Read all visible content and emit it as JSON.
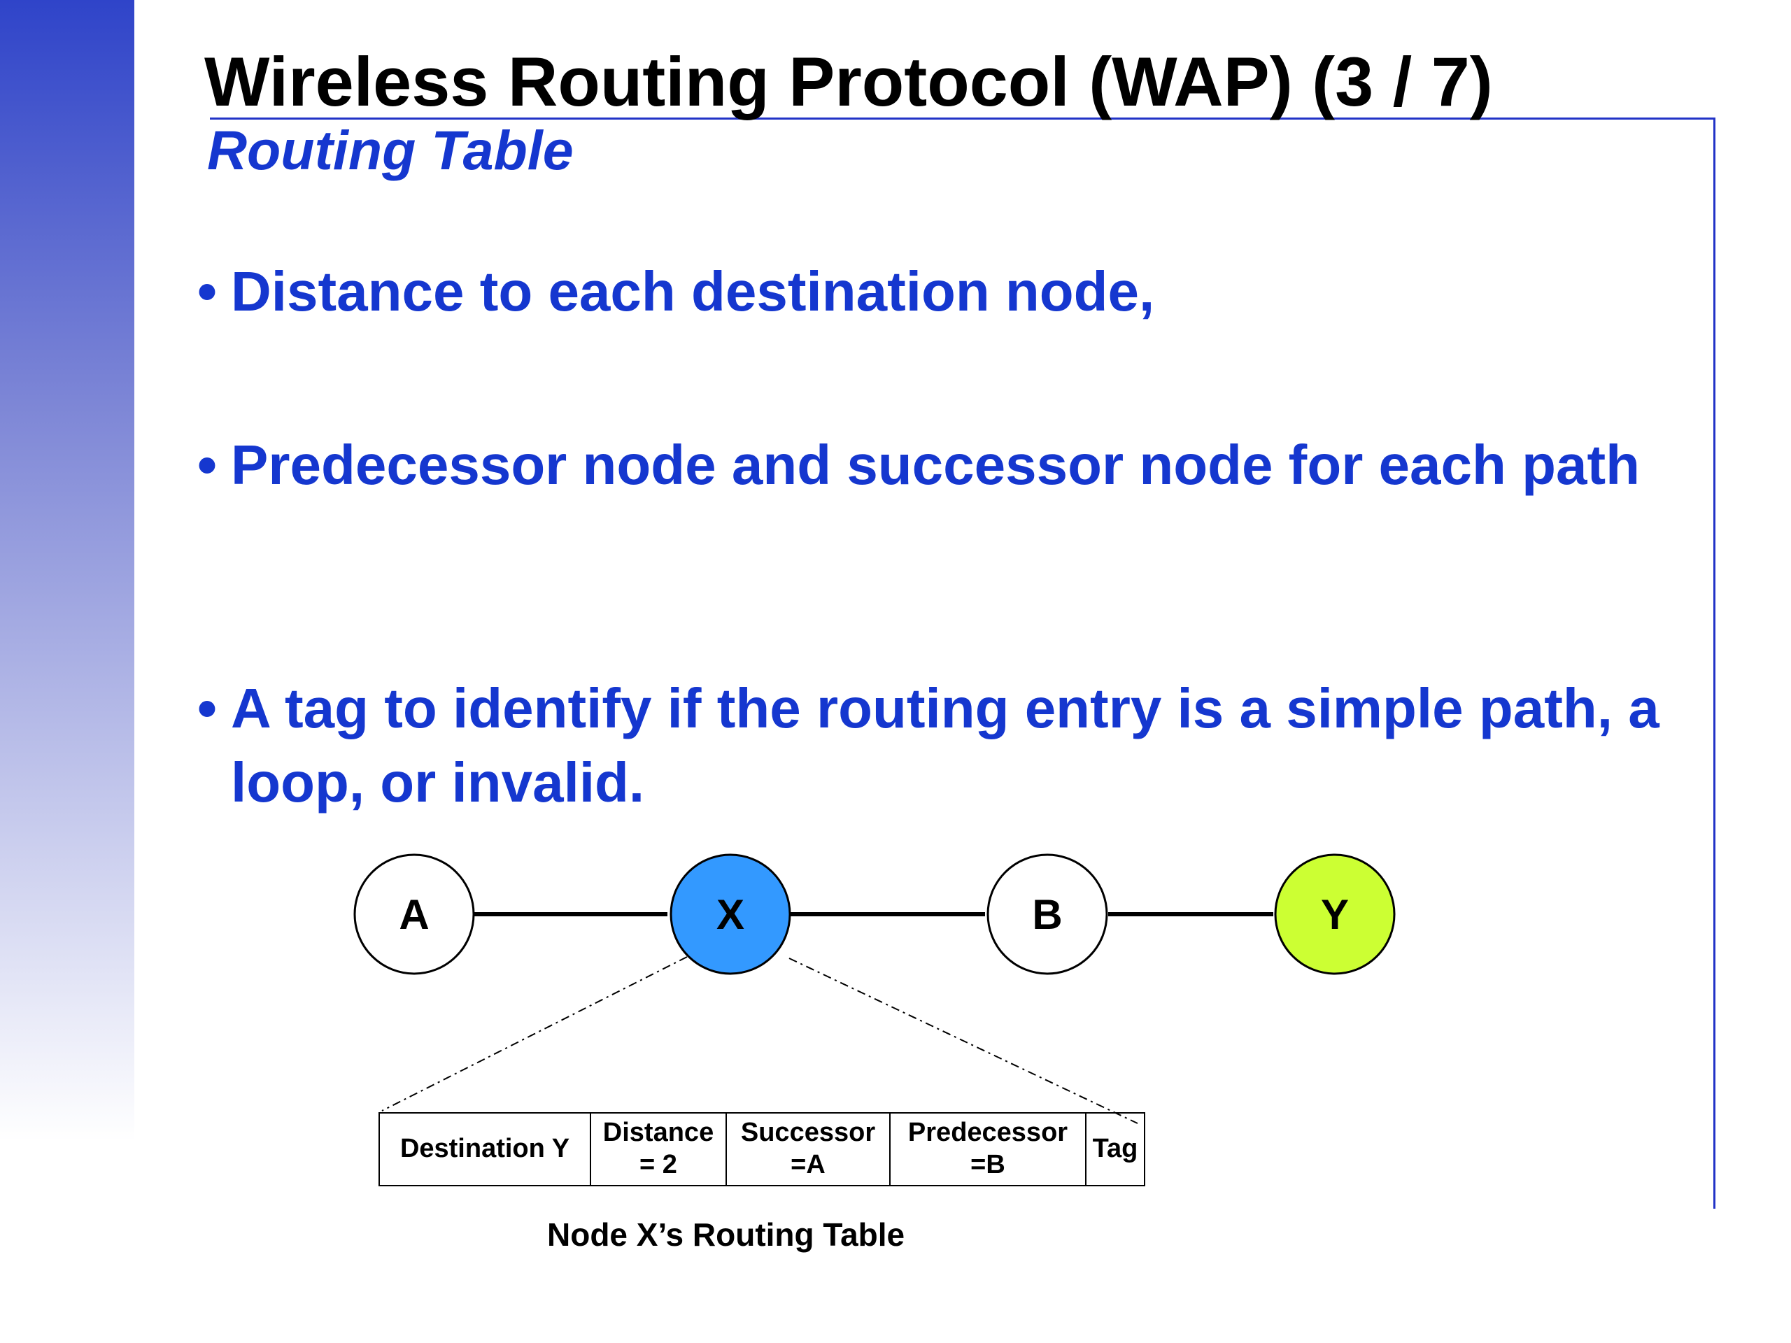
{
  "slide": {
    "title": "Wireless Routing Protocol (WAP) (3 / 7)",
    "subtitle": "Routing Table",
    "bullet_glyph": "•",
    "bullets": [
      {
        "text": "Distance to each destination node,"
      },
      {
        "text": "Predecessor node and successor node for each path"
      },
      {
        "text": "A tag to identify if the routing entry is a simple path, a loop, or invalid."
      }
    ]
  },
  "diagram": {
    "nodes": [
      {
        "label": "A",
        "color": "#ffffff"
      },
      {
        "label": "X",
        "color": "#3399ff"
      },
      {
        "label": "B",
        "color": "#ffffff"
      },
      {
        "label": "Y",
        "color": "#ccff33"
      }
    ],
    "routing_table": {
      "cells": [
        {
          "line1": "Destination Y",
          "line2": ""
        },
        {
          "line1": "Distance",
          "line2": "= 2"
        },
        {
          "line1": "Successor",
          "line2": "=A"
        },
        {
          "line1": "Predecessor",
          "line2": "=B"
        },
        {
          "line1": "Tag",
          "line2": ""
        }
      ],
      "caption": "Node X’s Routing Table"
    }
  },
  "colors": {
    "accent_blue": "#1537cf",
    "frame_blue": "#2233c7"
  }
}
